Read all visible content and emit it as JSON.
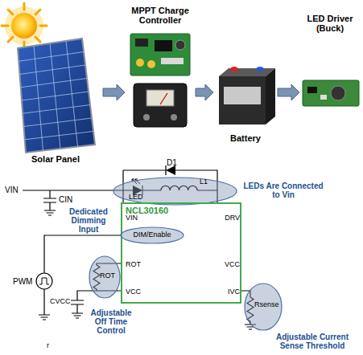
{
  "diagram": {
    "nodes": [
      {
        "text": [
          "Solar Panel"
        ]
      },
      {
        "text": [
          "MPPT Charge Controller"
        ]
      },
      {
        "text": [
          "Battery"
        ]
      },
      {
        "text": [
          "LED Driver (Buck)"
        ]
      },
      {
        "text": [
          "LED",
          "L1"
        ]
      },
      {
        "text": [
          "NCL30160",
          "VIN",
          "DRV",
          "ROT",
          "VCC",
          "VCC",
          "IVC"
        ]
      },
      {
        "text": [
          "DIM/Enable"
        ],
        "in": 5
      },
      {
        "text": [
          "ROT"
        ]
      },
      {
        "text": [
          "Rsense"
        ]
      }
    ],
    "edges": [
      {
        "from": 0,
        "to": 1,
        "arrow": "to"
      },
      {
        "from": 1,
        "to": 2,
        "arrow": "to"
      },
      {
        "from": 2,
        "to": 3,
        "arrow": "to"
      }
    ],
    "labels": [
      "D1",
      "VIN",
      "CIN",
      "LEDs Are Connected to Vin",
      "Dedicated Dimming Input",
      "PWM",
      "CVCC",
      "Adjustable Off Time Control",
      "Adjustable Current Sense Threshold",
      "r"
    ]
  }
}
